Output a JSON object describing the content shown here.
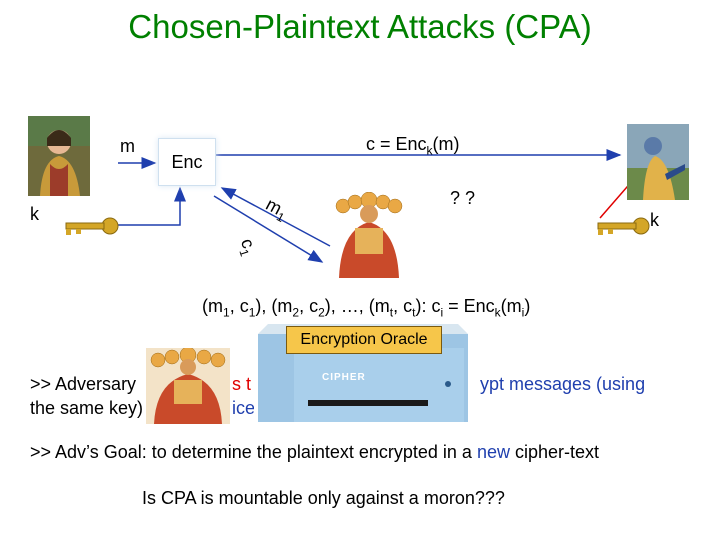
{
  "title": "Chosen-Plaintext Attacks (CPA)",
  "labels": {
    "m": "m",
    "enc": "Enc",
    "cipher_prefix": "c = Enc",
    "cipher_sub": "k",
    "cipher_suffix": "(m)",
    "question": "? ?",
    "k_left": "k",
    "k_right": "k",
    "m_query": "m",
    "m_query_sub": "1",
    "c_query": "c",
    "c_query_sub": "1"
  },
  "pairs": {
    "p1": "(m",
    "s1": "1",
    "p2": ", c",
    "s2": "1",
    "p3": "), (m",
    "s3": "2",
    "p4": ", c",
    "s4": "2",
    "p5": "), …, (m",
    "s5": "t",
    "p6": ", c",
    "s6": "t",
    "p7": "): c",
    "s7": "i",
    "p8": " = Enc",
    "s8": "k",
    "p9": "(m",
    "s9": "i",
    "p10": ")"
  },
  "oracle": {
    "title": "Encryption Oracle",
    "device_brand": "CIPHER"
  },
  "text": {
    "line1_a": ">>  Adversary",
    "line1_b": "s t",
    "line1_c": "ypt messages (using",
    "line2_a": "the same key)",
    "line2_b": "ice",
    "goal_a": ">> Adv’s Goal: to determine the plaintext encrypted in a ",
    "goal_new": "new",
    "goal_b": " cipher-text",
    "question": "Is CPA is mountable only against a moron???"
  },
  "colors": {
    "title": "#008000",
    "arrow": "#1f3fae",
    "highlight": "#1f3fae",
    "red": "#e00000",
    "oracle_fill": "#f6c64a"
  }
}
